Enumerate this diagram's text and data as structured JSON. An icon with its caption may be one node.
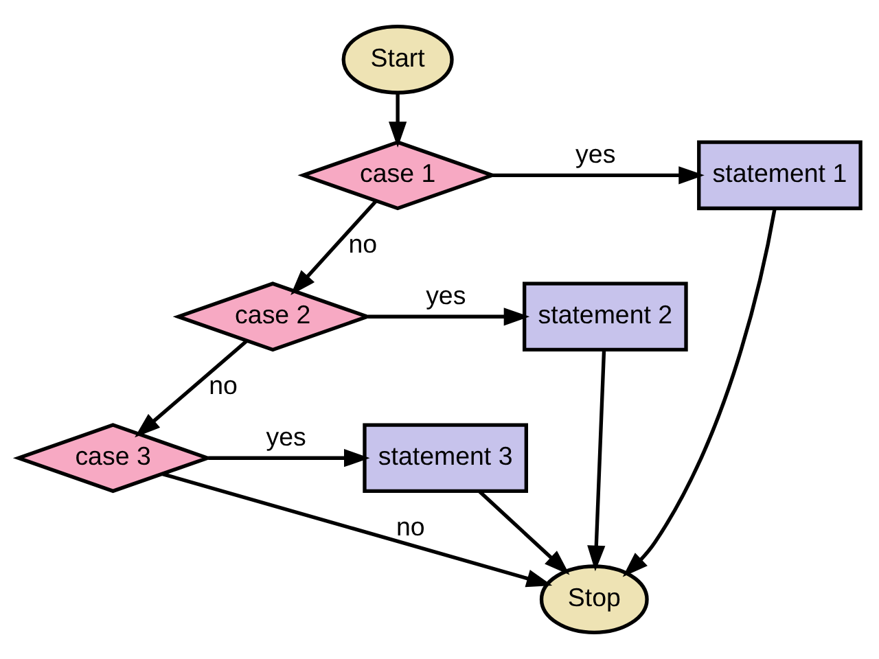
{
  "diagram": {
    "nodes": [
      {
        "text": [
          "Start"
        ]
      },
      {
        "text": [
          "case 1"
        ]
      },
      {
        "text": [
          "statement 1"
        ]
      },
      {
        "text": [
          "case 2"
        ]
      },
      {
        "text": [
          "statement 2"
        ]
      },
      {
        "text": [
          "case 3"
        ]
      },
      {
        "text": [
          "statement 3"
        ]
      },
      {
        "text": [
          "Stop"
        ]
      }
    ],
    "edges": [
      {
        "from": 0,
        "to": 1,
        "arrow": "to"
      },
      {
        "from": 1,
        "to": 2,
        "arrow": "to",
        "label": "yes"
      },
      {
        "from": 1,
        "to": 3,
        "arrow": "to",
        "label": "no"
      },
      {
        "from": 3,
        "to": 4,
        "arrow": "to",
        "label": "yes"
      },
      {
        "from": 3,
        "to": 5,
        "arrow": "to",
        "label": "no"
      },
      {
        "from": 5,
        "to": 6,
        "arrow": "to",
        "label": "yes"
      },
      {
        "from": 5,
        "to": 7,
        "arrow": "to",
        "label": "no"
      },
      {
        "from": 2,
        "to": 7,
        "arrow": "to"
      },
      {
        "from": 4,
        "to": 7,
        "arrow": "to"
      },
      {
        "from": 6,
        "to": 7,
        "arrow": "to"
      }
    ]
  }
}
